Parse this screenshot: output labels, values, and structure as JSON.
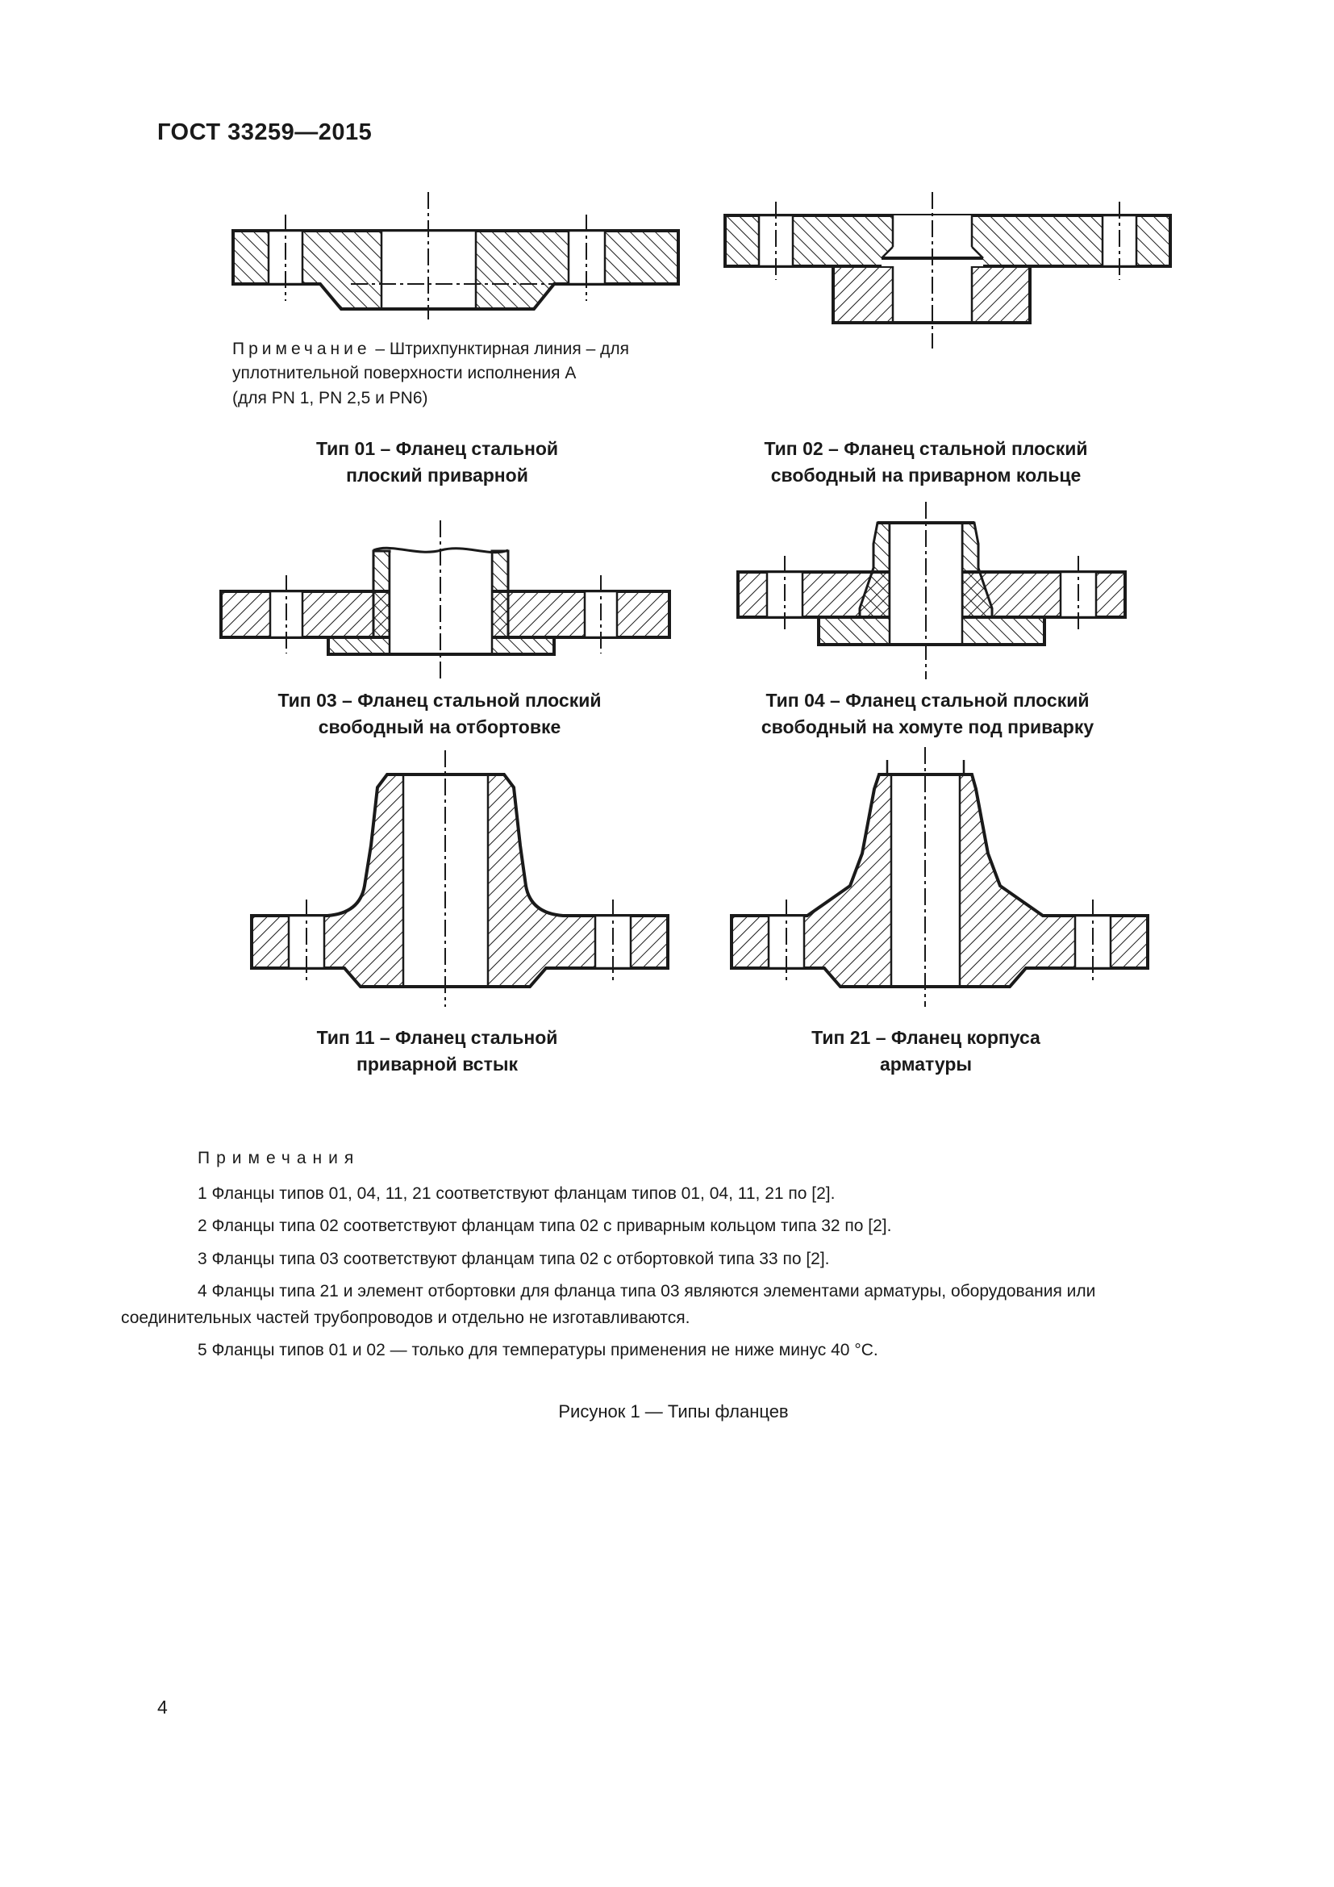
{
  "page": {
    "standard_code": "ГОСТ 33259—2015",
    "page_number": "4",
    "figure_caption": "Рисунок 1 — Типы фланцев"
  },
  "figure_note": {
    "label": "Примечание",
    "line1_rest": " – Штрихпунктирная линия – для",
    "line2": "уплотнительной поверхности исполнения А",
    "line3": "(для PN 1, PN 2,5 и PN6)"
  },
  "flange_types": [
    {
      "id": "01",
      "label": "Тип 01 – Фланец стальной\nплоский приварной"
    },
    {
      "id": "02",
      "label": "Тип 02 – Фланец стальной плоский\nсвободный на приварном кольце"
    },
    {
      "id": "03",
      "label": "Тип 03 – Фланец стальной плоский\nсвободный на отбортовке"
    },
    {
      "id": "04",
      "label": "Тип 04 – Фланец стальной плоский\nсвободный на хомуте под приварку"
    },
    {
      "id": "11",
      "label": "Тип 11 – Фланец стальной\nприварной встык"
    },
    {
      "id": "21",
      "label": "Тип 21 – Фланец корпуса\nарматуры"
    }
  ],
  "notes": {
    "heading": "Примечания",
    "items": [
      "1 Фланцы типов 01, 04, 11, 21 соответствуют фланцам типов 01, 04, 11, 21 по [2].",
      "2 Фланцы типа 02 соответствуют фланцам типа 02 с приварным кольцом типа 32 по [2].",
      "3 Фланцы типа 03 соответствуют фланцам типа 02 с отбортовкой типа 33 по [2].",
      "4 Фланцы типа 21 и элемент отбортовки для фланца типа 03 являются элементами арматуры, оборудования или соединительных частей трубопроводов и отдельно не изготавливаются.",
      "5 Фланцы типов 01 и 02 — только для температуры применения не ниже минус 40 °С."
    ]
  }
}
